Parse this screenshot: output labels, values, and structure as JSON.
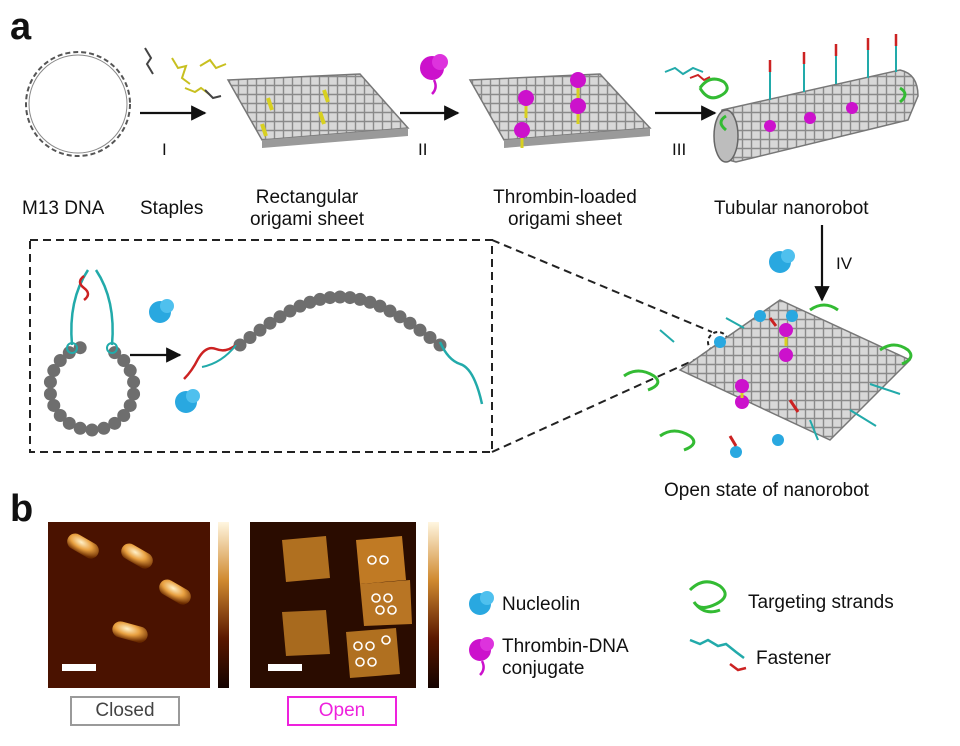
{
  "panels": {
    "a": "a",
    "b": "b"
  },
  "steps": [
    "I",
    "II",
    "III",
    "IV"
  ],
  "labels": {
    "m13": "M13 DNA",
    "staples": "Staples",
    "rect_line1": "Rectangular",
    "rect_line2": "origami sheet",
    "throm_line1": "Thrombin-loaded",
    "throm_line2": "origami sheet",
    "tubular": "Tubular nanorobot",
    "open_state": "Open state of nanorobot"
  },
  "afm": {
    "closed": "Closed",
    "open": "Open"
  },
  "legend": {
    "nucleolin": "Nucleolin",
    "thrombin_line1": "Thrombin-DNA",
    "thrombin_line2": "conjugate",
    "targeting": "Targeting strands",
    "fastener": "Fastener"
  },
  "colors": {
    "nucleolin": "#29a8e0",
    "thrombin": "#cc11cc",
    "targeting": "#33bb33",
    "fastener": "#22aaaa",
    "staple": "#c8c020",
    "open_box": "#ee22dd"
  },
  "icons": [
    "nucleolin-icon",
    "thrombin-icon",
    "targeting-strand-icon",
    "fastener-icon"
  ]
}
